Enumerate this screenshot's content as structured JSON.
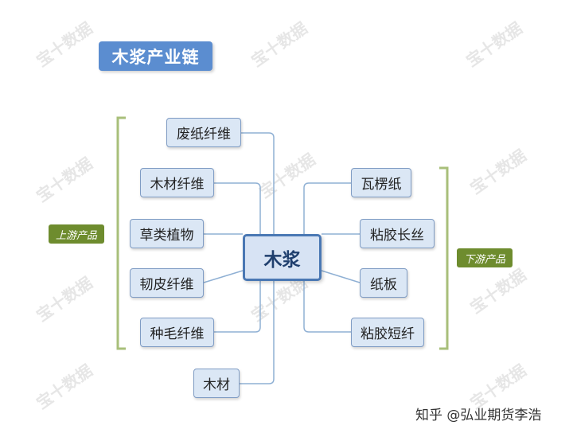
{
  "title": "木浆产业链",
  "center": "木浆",
  "upstream": {
    "tag": "上游产品",
    "items": [
      "废纸纤维",
      "木材纤维",
      "草类植物",
      "韧皮纤维",
      "种毛纤维",
      "木材"
    ]
  },
  "downstream": {
    "tag": "下游产品",
    "items": [
      "瓦楞纸",
      "粘胶长丝",
      "纸板",
      "粘胶短纤"
    ]
  },
  "watermark": "宝十数据",
  "footer": "知乎 @弘业期货李浩",
  "colors": {
    "title_bg": "#5b8dd0",
    "node_bg": "#dbe7f5",
    "center_border": "#4a78b4",
    "tag_bg": "#6e8c2e",
    "bracket": "#a8bf7a",
    "connector": "#8fb0d4"
  }
}
